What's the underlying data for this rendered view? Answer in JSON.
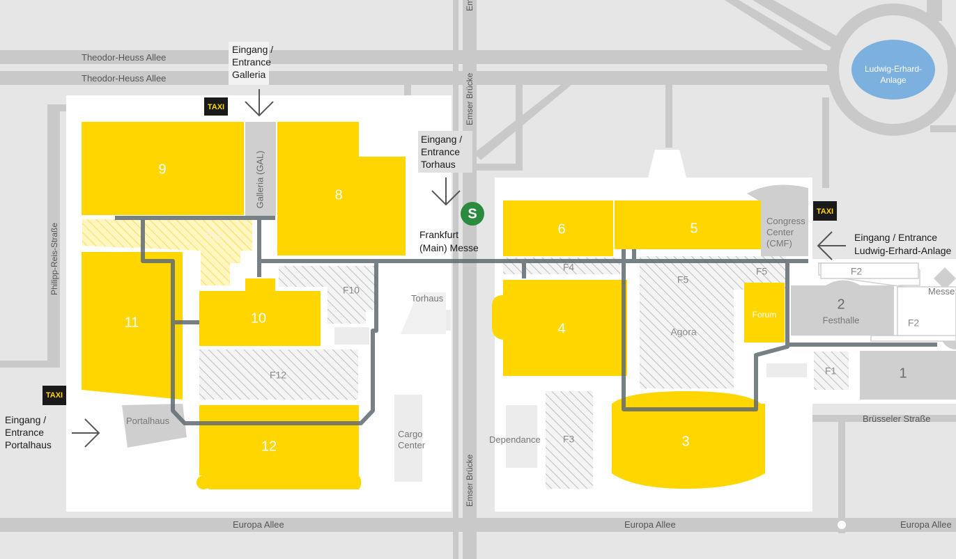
{
  "streets": {
    "theodor_heuss_1": "Theodor-Heuss Allee",
    "theodor_heuss_2": "Theodor-Heuss Allee",
    "philipp_reis": "Philipp-Reis-Straße",
    "emser_bruecke_top": "Emser Brücke",
    "emser_bruecke_bottom": "Emser Brücke",
    "emser_cut": "Em",
    "europa_allee_1": "Europa Allee",
    "europa_allee_2": "Europa Allee",
    "europa_allee_3": "Europa Allee",
    "bruesseler": "Brüsseler Straße"
  },
  "roundabout": {
    "line1": "Ludwig-Erhard-",
    "line2": "Anlage"
  },
  "halls": {
    "h1": "1",
    "h2": "2",
    "h3": "3",
    "h4": "4",
    "h5": "5",
    "h6": "6",
    "h8": "8",
    "h9": "9",
    "h10": "10",
    "h11": "11",
    "h12": "12"
  },
  "areas": {
    "f1": "F1",
    "f2a": "F2",
    "f2b": "F2",
    "f3": "F3",
    "f4": "F4",
    "f5a": "F5",
    "f5b": "F5",
    "f10": "F10",
    "f11": "F11",
    "f12": "F12",
    "agora": "Agora",
    "forum": "Forum",
    "festhalle": "Festhalle",
    "galleria": "Galleria (GAL)"
  },
  "buildings": {
    "torhaus": "Torhaus",
    "portalhaus": "Portalhaus",
    "cargo_1": "Cargo",
    "cargo_2": "Center",
    "dependance": "Dependance",
    "congress_1": "Congress",
    "congress_2": "Center",
    "congress_3": "(CMF)",
    "messe_cut": "Messe"
  },
  "entrances": {
    "galleria": [
      "Eingang /",
      "Entrance",
      "Galleria"
    ],
    "torhaus": [
      "Eingang /",
      "Entrance",
      "Torhaus"
    ],
    "portalhaus": [
      "Eingang /",
      "Entrance",
      "Portalhaus"
    ],
    "ludwig": [
      "Eingang / Entrance",
      "Ludwig-Erhard-Anlage"
    ]
  },
  "station": {
    "symbol": "S",
    "line1": "Frankfurt",
    "line2": "(Main) Messe"
  },
  "taxi": {
    "label": "TAXI"
  },
  "colors": {
    "hall": "#ffd600",
    "grey_building": "#cfcfcf",
    "path": "#5f6a70",
    "street": "#c9c9c9",
    "background": "#e6e6e6",
    "lake": "#7cb0de",
    "station": "#2a8a3e"
  }
}
